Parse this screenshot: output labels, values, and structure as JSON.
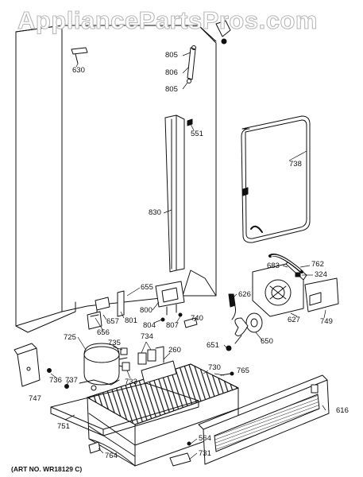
{
  "watermark": "AppliancePartsPros.com",
  "art_number": "(ART NO. WR18129 C)",
  "parts": [
    {
      "id": "p630",
      "label": "630"
    },
    {
      "id": "p805a",
      "label": "805"
    },
    {
      "id": "p806",
      "label": "806"
    },
    {
      "id": "p805b",
      "label": "805"
    },
    {
      "id": "p551",
      "label": "551"
    },
    {
      "id": "p738",
      "label": "738"
    },
    {
      "id": "p830",
      "label": "830"
    },
    {
      "id": "p683",
      "label": "683"
    },
    {
      "id": "p762",
      "label": "762"
    },
    {
      "id": "p324",
      "label": "324"
    },
    {
      "id": "p655",
      "label": "655"
    },
    {
      "id": "p626",
      "label": "626"
    },
    {
      "id": "p657",
      "label": "657"
    },
    {
      "id": "p801",
      "label": "801"
    },
    {
      "id": "p800",
      "label": "800"
    },
    {
      "id": "p804",
      "label": "804"
    },
    {
      "id": "p807",
      "label": "807"
    },
    {
      "id": "p740",
      "label": "740"
    },
    {
      "id": "p627",
      "label": "627"
    },
    {
      "id": "p749",
      "label": "749"
    },
    {
      "id": "p656",
      "label": "656"
    },
    {
      "id": "p725",
      "label": "725"
    },
    {
      "id": "p735",
      "label": "735"
    },
    {
      "id": "p734",
      "label": "734"
    },
    {
      "id": "p260",
      "label": "260"
    },
    {
      "id": "p651",
      "label": "651"
    },
    {
      "id": "p650",
      "label": "650"
    },
    {
      "id": "p730",
      "label": "730"
    },
    {
      "id": "p765",
      "label": "765"
    },
    {
      "id": "p733",
      "label": "733"
    },
    {
      "id": "p736",
      "label": "736"
    },
    {
      "id": "p737",
      "label": "737"
    },
    {
      "id": "p747",
      "label": "747"
    },
    {
      "id": "p616",
      "label": "616"
    },
    {
      "id": "p751",
      "label": "751"
    },
    {
      "id": "p564",
      "label": "564"
    },
    {
      "id": "p731",
      "label": "731"
    },
    {
      "id": "p764",
      "label": "764"
    }
  ]
}
